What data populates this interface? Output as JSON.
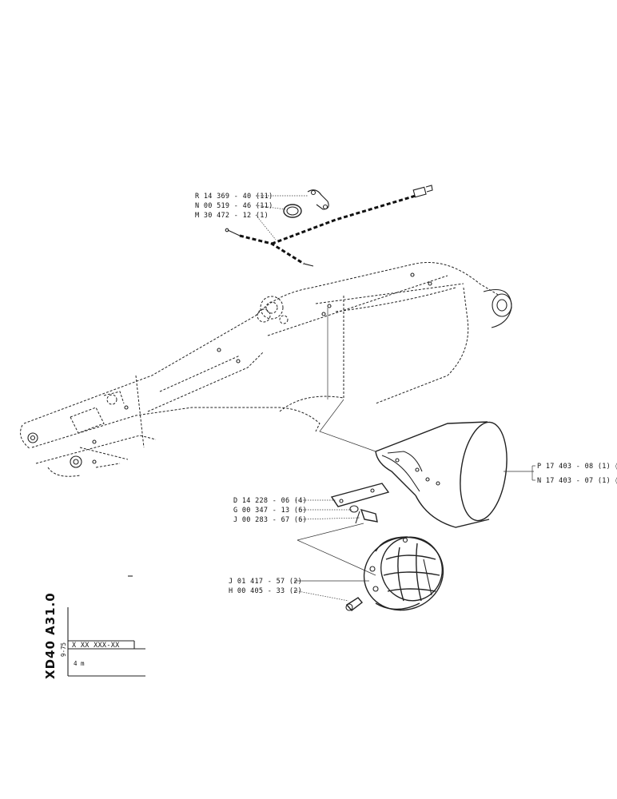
{
  "title_block": {
    "model": "XD40 A31.0",
    "code": "X XX XXX-XX",
    "small_note": "9-75",
    "size_note": "4 m"
  },
  "callouts": {
    "top": [
      "R 14 369 - 40 (11)",
      "N 00 519 - 46 (11)",
      "M 30 472 - 12 (1)"
    ],
    "mid": [
      "D 14 228 - 06 (4)",
      "G 00 347 - 13 (6)",
      "J 00 283 - 67 (6)"
    ],
    "bottom": [
      "J 01 417 - 57 (2)",
      "H 00 405 - 33 (2)"
    ],
    "right": [
      "P 17 403 - 08 (1) ◊",
      "N 17 403 - 07 (1) ◊"
    ]
  }
}
